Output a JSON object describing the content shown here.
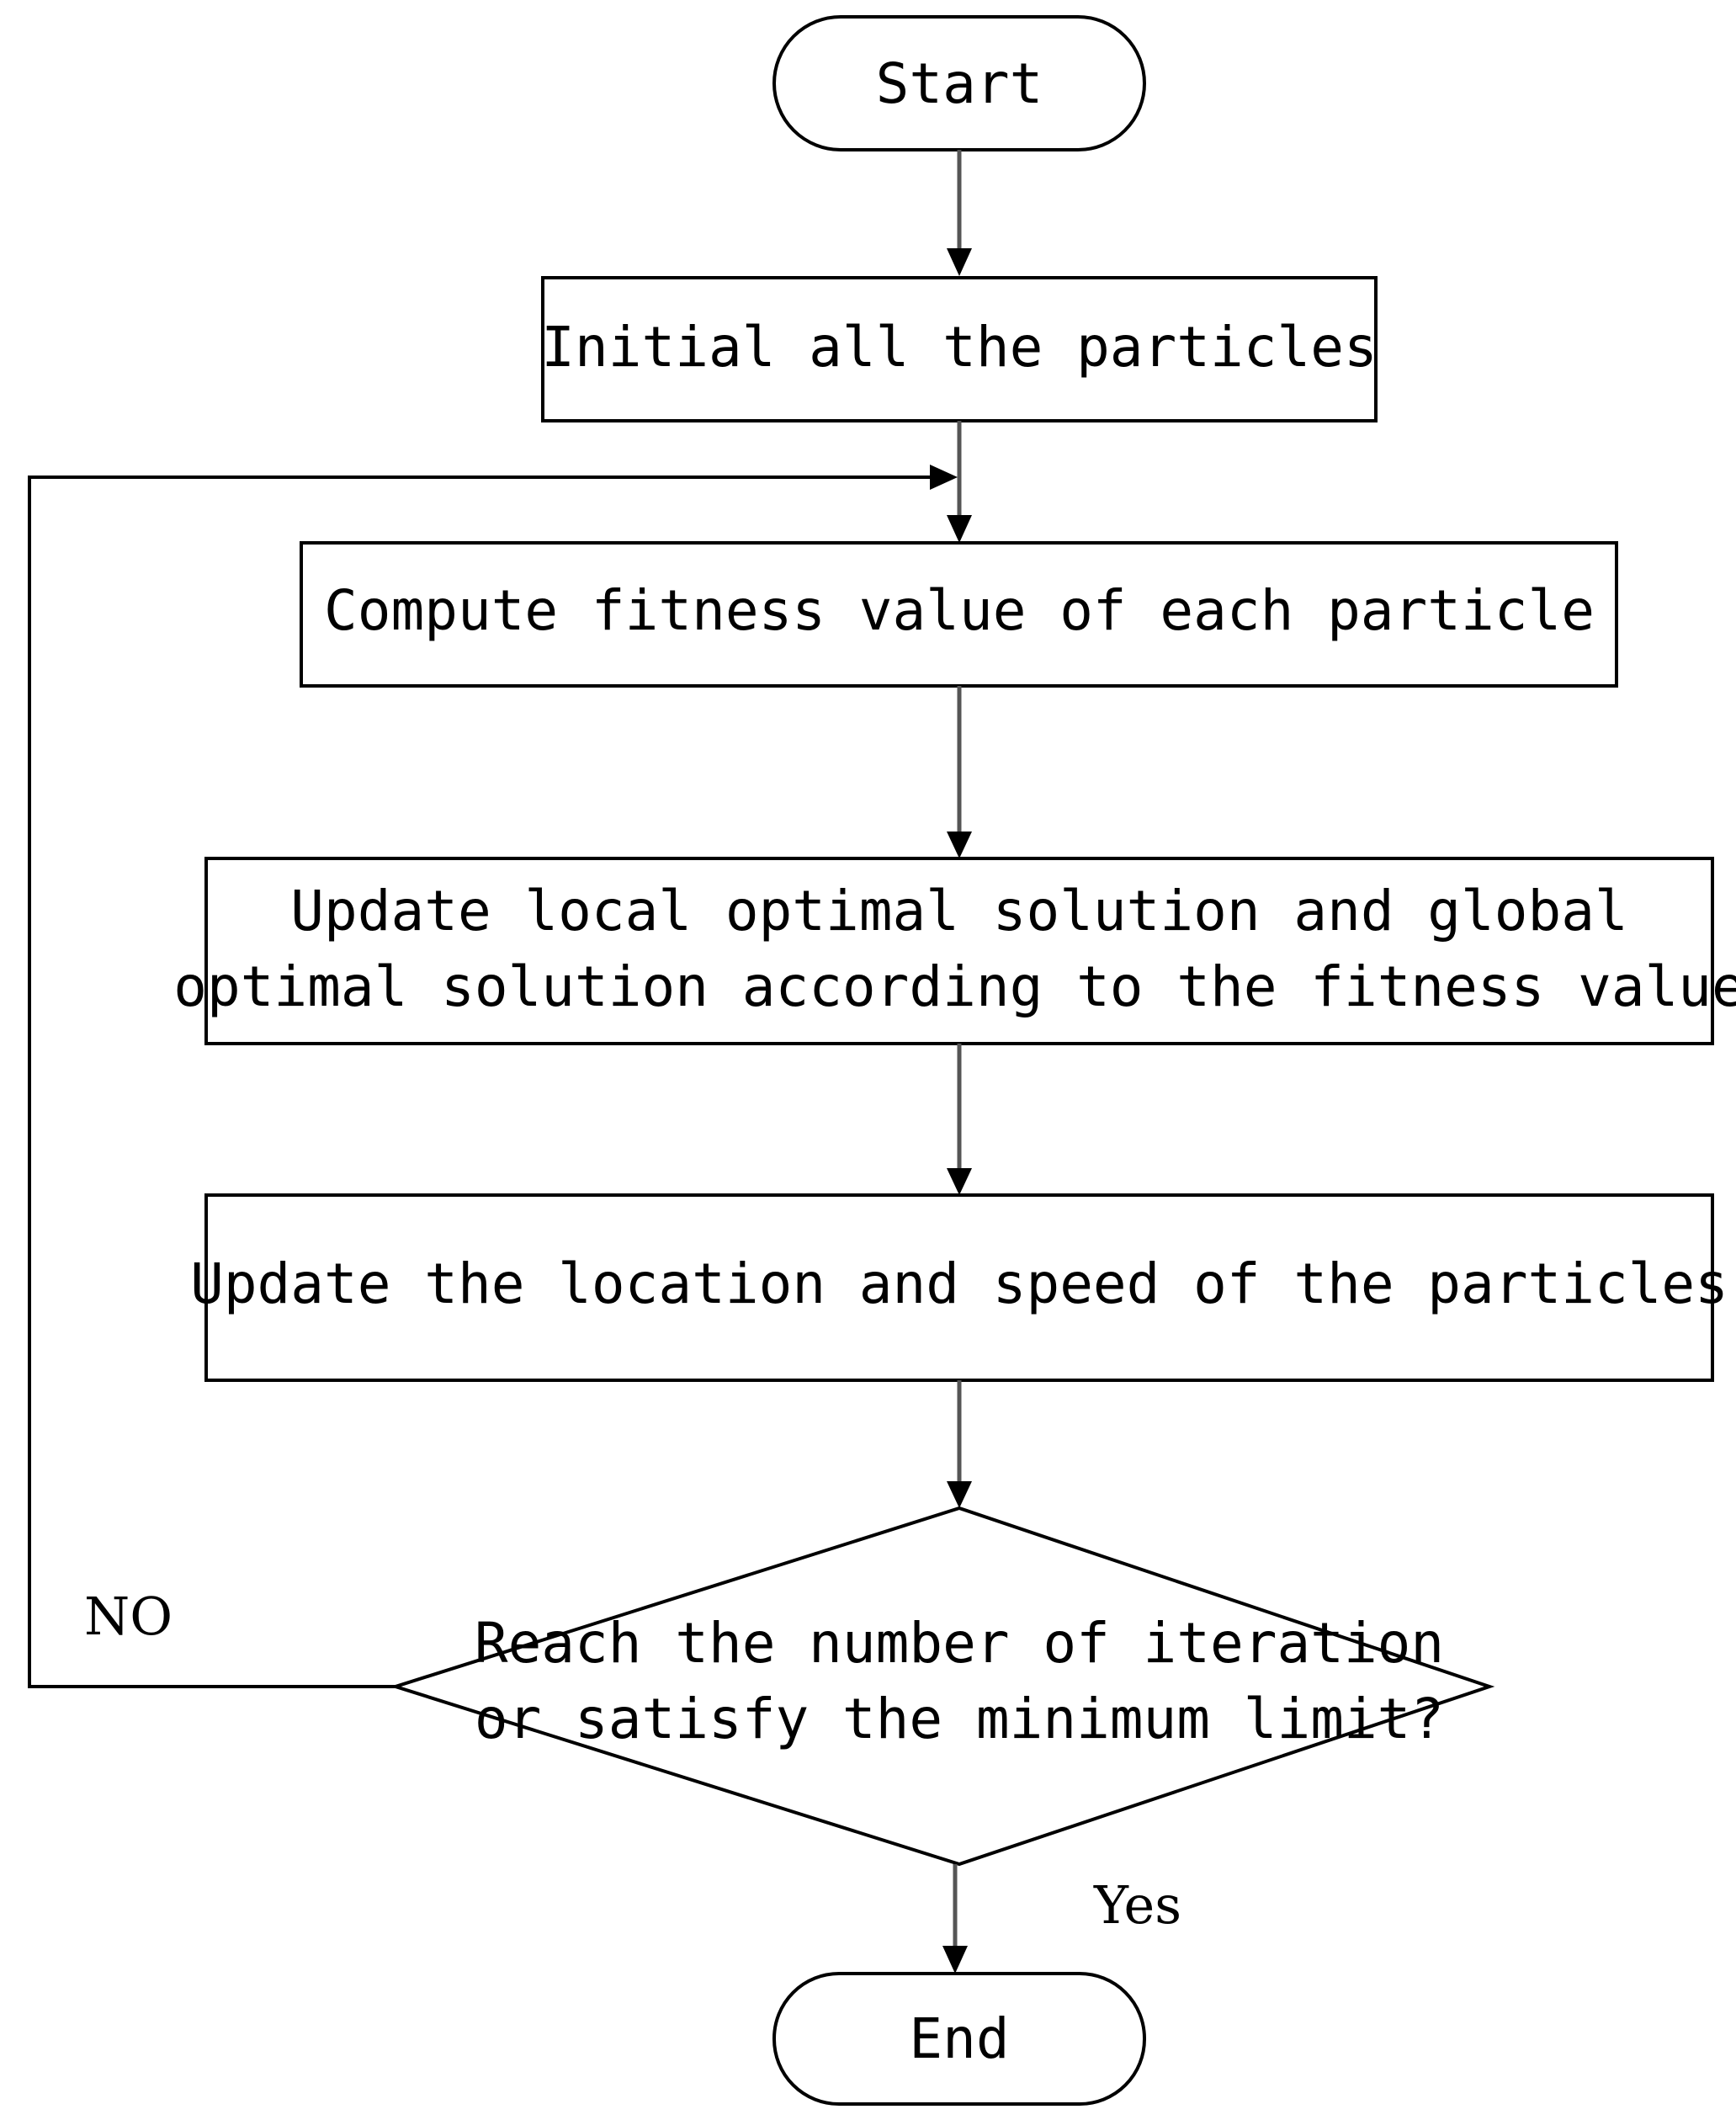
{
  "nodes": {
    "start": "Start",
    "init": "Initial all the particles",
    "compute": "Compute fitness value of each particle",
    "update_optimal": [
      "Update local optimal solution and global",
      "optimal solution according to the fitness value"
    ],
    "update_location": "Update the location and speed of the particles",
    "decision": [
      "Reach the number of iteration",
      "or satisfy the minimum limit?"
    ],
    "end": "End"
  },
  "branches": {
    "no": "NO",
    "yes": "Yes"
  }
}
